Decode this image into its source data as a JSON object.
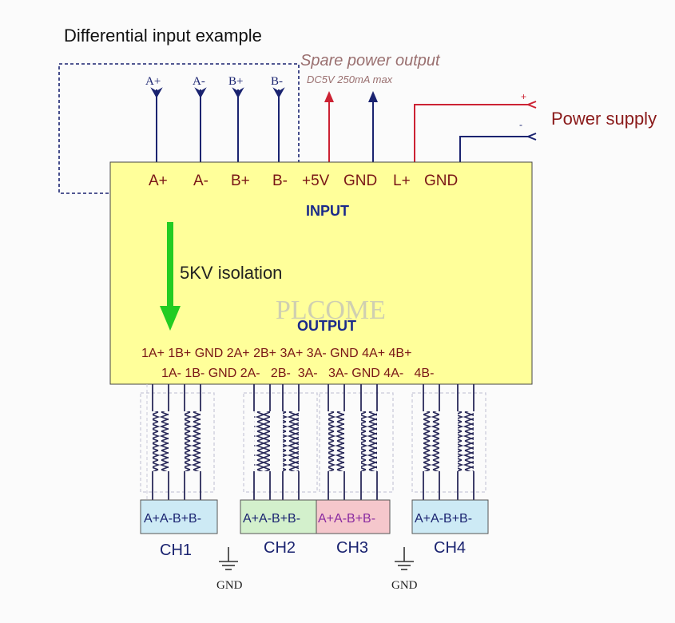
{
  "title": "Differential input example",
  "spare_output": {
    "title": "Spare power output",
    "spec": "DC5V 250mA max"
  },
  "power_supply": {
    "label": "Power supply",
    "plus": "+",
    "minus": "-"
  },
  "diff_arrows": [
    "A+",
    "A-",
    "B+",
    "B-"
  ],
  "box": {
    "input_title": "INPUT",
    "output_title": "OUTPUT",
    "isolation": "5KV isolation",
    "watermark": "PLCOME",
    "input_pins": [
      "A+",
      "A-",
      "B+",
      "B-",
      "+5V",
      "GND",
      "L+",
      "GND"
    ],
    "output_row1": "1A+ 1B+ GND 2A+ 2B+ 3A+ 3A- GND 4A+ 4B+",
    "output_row2": "1A- 1B- GND 2A-   2B-  3A-   3A- GND 4A-   4B-"
  },
  "channels": [
    {
      "label": "A+A-B+B-",
      "name": "CH1",
      "color": "#cdeaf5"
    },
    {
      "label": "A+A-B+B-",
      "name": "CH2",
      "color": "#d3f0cc"
    },
    {
      "label": "A+A-B+B-",
      "name": "CH3",
      "color": "#f5c7cc"
    },
    {
      "label": "A+A-B+B-",
      "name": "CH4",
      "color": "#cdeaf5"
    }
  ],
  "ground_label": "GND",
  "colors": {
    "box_fill": "#ffff9a",
    "pin_text": "#7a1616",
    "heading": "#1a2a8a",
    "arrow_green": "#22cc22",
    "red_wire": "#cc2233",
    "navy_wire": "#1a2370",
    "spare_text": "#9a7070"
  }
}
